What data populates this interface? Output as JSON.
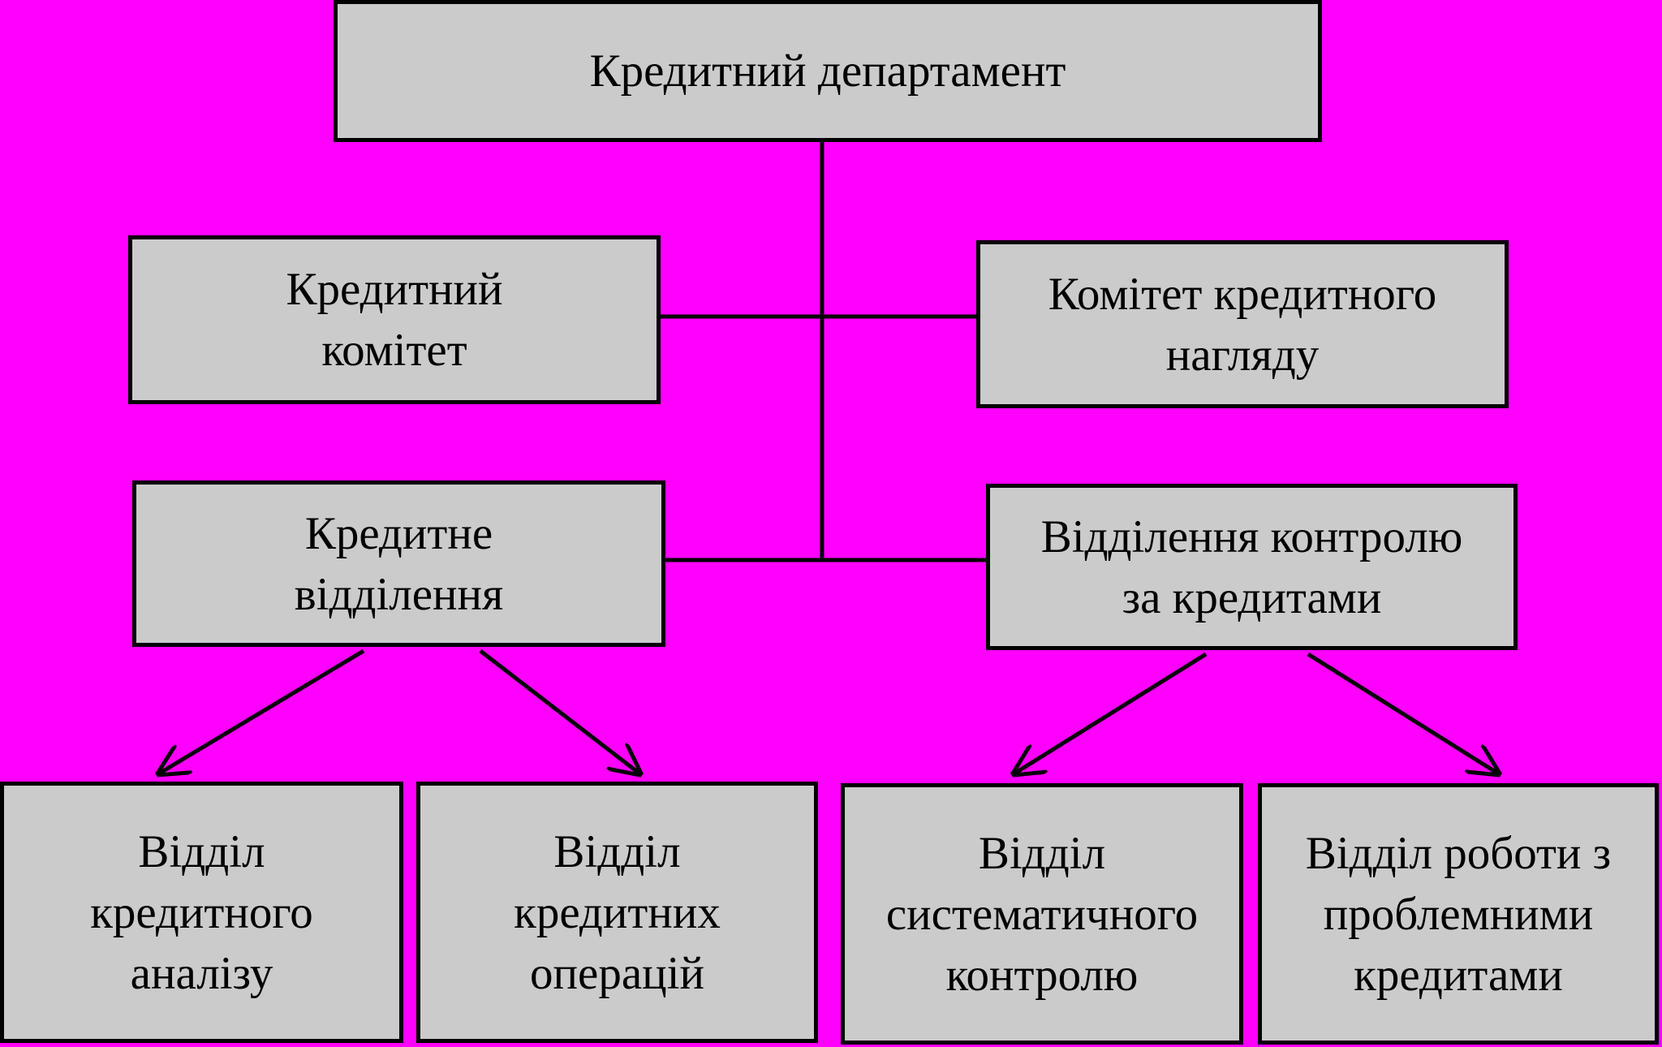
{
  "colors": {
    "background": "#ff00ff",
    "box_fill": "#cbcbcb",
    "line": "#000000"
  },
  "nodes": {
    "root": {
      "lines": [
        "Кредитний департамент"
      ]
    },
    "credit_committee": {
      "lines": [
        "Кредитний",
        "комітет"
      ]
    },
    "supervision_committee": {
      "lines": [
        "Комітет кредитного",
        "нагляду"
      ]
    },
    "credit_division": {
      "lines": [
        "Кредитне",
        "відділення"
      ]
    },
    "control_division": {
      "lines": [
        "Відділення контролю",
        "за кредитами"
      ]
    },
    "analysis_dept": {
      "lines": [
        "Відділ",
        "кредитного",
        "аналізу"
      ]
    },
    "operations_dept": {
      "lines": [
        "Відділ",
        "кредитних",
        "операцій"
      ]
    },
    "systematic_control_dept": {
      "lines": [
        "Відділ",
        "систематичного",
        "контролю"
      ]
    },
    "problem_loans_dept": {
      "lines": [
        "Відділ роботи з",
        "проблемними",
        "кредитами"
      ]
    }
  }
}
